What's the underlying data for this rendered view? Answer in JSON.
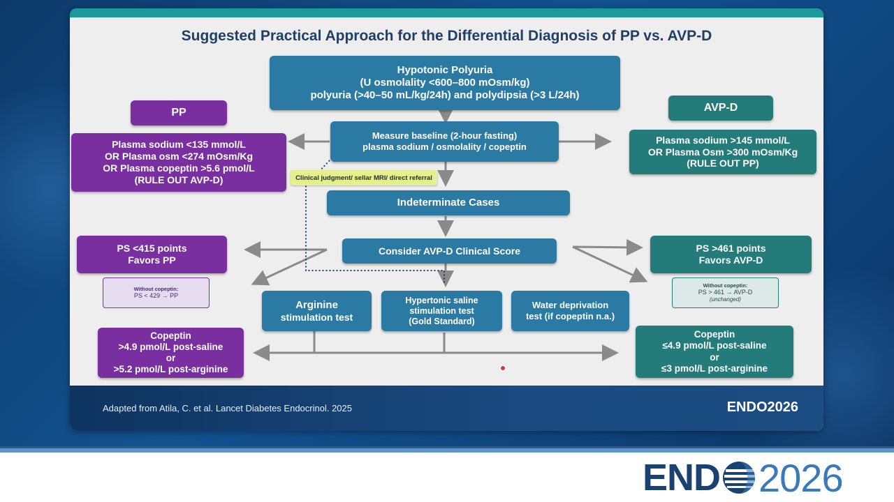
{
  "slide": {
    "title": "Suggested Practical Approach for the Differential Diagnosis of PP vs. AVP-D",
    "footer_citation": "Adapted from Atila, C. et al. Lancet Diabetes Endocrinol. 2025",
    "footer_brand": "ENDO2026"
  },
  "flow": {
    "top": {
      "line1": "Hypotonic Polyuria",
      "line2": "(U osmolality <600–800 mOsm/kg)",
      "line3": "polyuria (>40–50 mL/kg/24h) and polydipsia (>3 L/24h)"
    },
    "pp_label": "PP",
    "avpd_label": "AVP-D",
    "baseline": {
      "line1": "Measure baseline (2-hour fasting)",
      "line2": "plasma sodium / osmolality / copeptin"
    },
    "pp_criteria": [
      "Plasma sodium <135 mmol/L",
      "OR Plasma osm <274 mOsm/Kg",
      "OR Plasma copeptin >5.6 pmol/L",
      "(RULE OUT AVP-D)"
    ],
    "avpd_criteria": [
      "Plasma sodium >145 mmol/L",
      "OR Plasma Osm >300 mOsm/Kg",
      "(RULE OUT PP)"
    ],
    "clinical_judgment": "Clinical judgment/ sellar MRI/ direct referral",
    "indeterminate": "Indeterminate Cases",
    "score": "Consider AVP-D Clinical Score",
    "ps_low": {
      "line1": "PS <415 points",
      "line2": "Favors PP"
    },
    "ps_high": {
      "line1": "PS >461 points",
      "line2": "Favors AVP-D"
    },
    "note_pp": {
      "line1": "Without copeptin:",
      "line2": "PS < 429 → PP"
    },
    "note_avpd": {
      "line1": "Without copeptin:",
      "line2": "PS > 461 → AVP-D",
      "line3": "(unchanged)"
    },
    "arginine": {
      "line1": "Arginine",
      "line2": "stimulation test"
    },
    "saline": {
      "line1": "Hypertonic saline",
      "line2": "stimulation test",
      "line3": "(Gold Standard)"
    },
    "water": {
      "line1": "Water deprivation",
      "line2": "test (if copeptin n.a.)"
    },
    "copeptin_pp": [
      "Copeptin",
      ">4.9 pmol/L post-saline",
      "or",
      ">5.2 pmol/L post-arginine"
    ],
    "copeptin_avpd": [
      "Copeptin",
      "≤4.9 pmol/L post-saline",
      "or",
      "≤3 pmol/L post-arginine"
    ]
  },
  "logo": {
    "left": "END",
    "right": "2026"
  },
  "colors": {
    "blue": "#2b7aa3",
    "purple": "#7a2fa1",
    "teal": "#237c7a",
    "title": "#1f3f66",
    "clinical_note": "#e4ef8e"
  }
}
